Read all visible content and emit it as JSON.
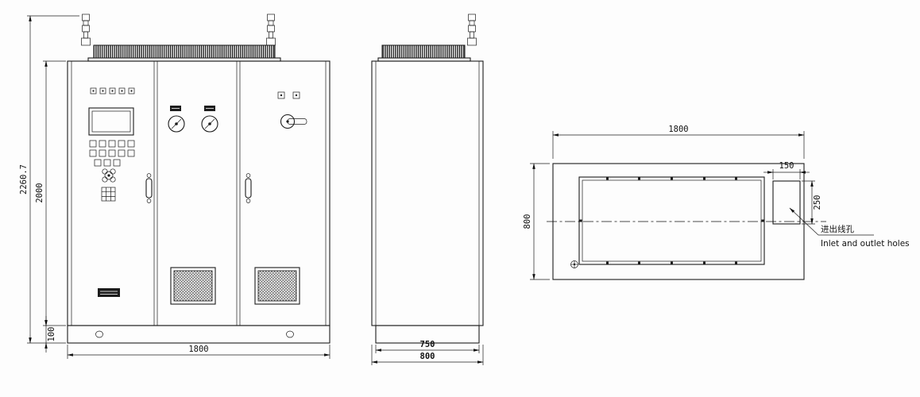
{
  "drawing": {
    "front": {
      "dim_total_height": "2260.7",
      "dim_body_height": "2000",
      "dim_base_height": "100",
      "dim_width": "1800"
    },
    "side": {
      "dim_inner_depth": "750",
      "dim_outer_depth": "800"
    },
    "top": {
      "dim_width": "1800",
      "dim_depth": "800",
      "dim_hole_width": "150",
      "dim_hole_height": "250",
      "label_cn": "进出线孔",
      "label_en": "Inlet and outlet holes"
    }
  }
}
